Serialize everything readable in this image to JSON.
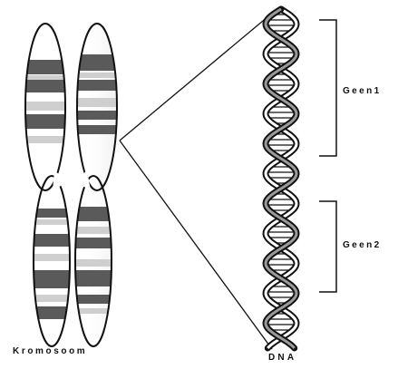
{
  "labels": {
    "chromosome": "Kromosoom",
    "dna": "DNA",
    "gene1": "Geen1",
    "gene2": "Geen2"
  },
  "colors": {
    "ink": "#111111",
    "band_dark": "#5a5a5a",
    "band_light": "#cfcfcf",
    "background": "#ffffff"
  }
}
